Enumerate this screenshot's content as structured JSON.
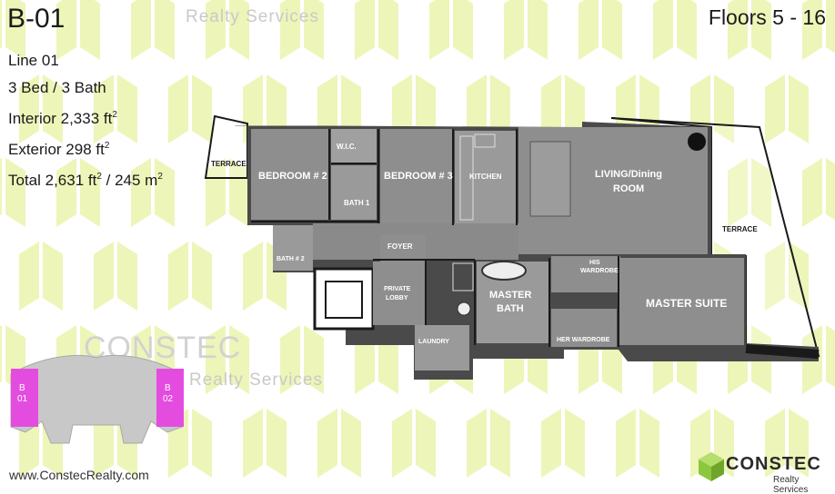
{
  "unit": {
    "name": "B-01",
    "floors": "Floors 5 - 16"
  },
  "specs": {
    "line": "Line 01",
    "beds_baths": "3 Bed / 3 Bath",
    "interior_prefix": "Interior 2,333 ft",
    "exterior_prefix": "Exterior 298 ft",
    "total_prefix": "Total 2,631 ft",
    "total_middle": " / 245 m",
    "superscript": "2"
  },
  "watermarks": {
    "realty_services": "Realty Services",
    "constec": "CONSTEC"
  },
  "floor_plan": {
    "rooms": {
      "terrace_left": "TERRACE",
      "bedroom_2": "BEDROOM # 2",
      "wic": "W.I.C.",
      "bath_1": "BATH 1",
      "bedroom_3": "BEDROOM # 3",
      "kitchen": "KITCHEN",
      "living_line1": "LIVING/Dining",
      "living_line2": "ROOM",
      "terrace_right": "TERRACE",
      "bath_2": "BATH # 2",
      "foyer": "FOYER",
      "private_lobby_line1": "PRIVATE",
      "private_lobby_line2": "LOBBY",
      "master_bath_line1": "MASTER",
      "master_bath_line2": "BATH",
      "his_wardrobe_line1": "HIS",
      "his_wardrobe_line2": "WARDROBE",
      "master_suite": "MASTER SUITE",
      "laundry": "LAUNDRY",
      "her_wardrobe": "HER WARDROBE"
    }
  },
  "keyplan": {
    "left_unit_line1": "B",
    "left_unit_line2": "01",
    "right_unit_line1": "B",
    "right_unit_line2": "02",
    "highlight_color": "#e44ce0"
  },
  "footer": {
    "website": "www.ConstecRealty.com",
    "logo_brand": "CONSTEC",
    "logo_sub": "Realty Services"
  },
  "colors": {
    "pattern": "#eef5b8",
    "room_fill": "#8e8e8e",
    "wall": "#1a1a1a",
    "logo_green": "#8dc63f"
  }
}
